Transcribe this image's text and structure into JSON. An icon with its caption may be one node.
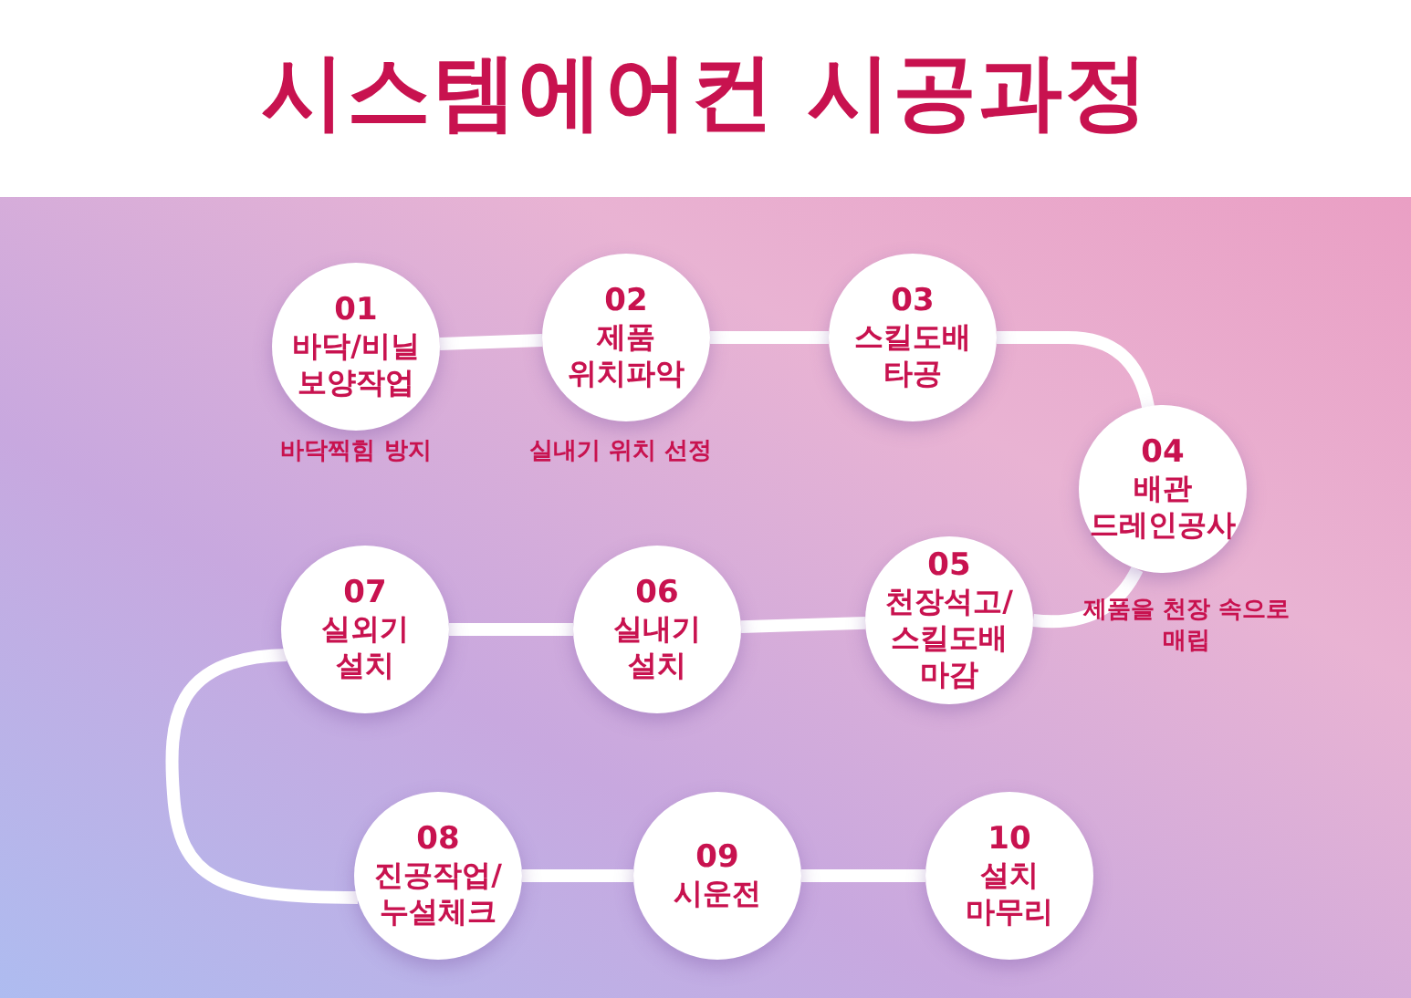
{
  "diagram": {
    "title": "시스템에어컨 시공과정",
    "nodes": [
      {
        "text": [
          "01",
          "바닥/비닐 보양작업"
        ],
        "beside": [
          "바닥찍힘 방지"
        ]
      },
      {
        "text": [
          "02",
          "제품 위치파악"
        ],
        "beside": [
          "실내기 위치 선정"
        ]
      },
      {
        "text": [
          "03",
          "스킬도배 타공"
        ]
      },
      {
        "text": [
          "04",
          "배관 드레인공사"
        ],
        "beside": [
          "제품을 천장 속으로 매립"
        ]
      },
      {
        "text": [
          "05",
          "천장석고/ 스킬도배 마감"
        ]
      },
      {
        "text": [
          "06",
          "실내기 설치"
        ]
      },
      {
        "text": [
          "07",
          "실외기 설치"
        ]
      },
      {
        "text": [
          "08",
          "진공작업/ 누설체크"
        ]
      },
      {
        "text": [
          "09",
          "시운전"
        ]
      },
      {
        "text": [
          "10",
          "설치 마무리"
        ]
      }
    ],
    "edges": [
      {
        "from": 0,
        "to": 1,
        "arrow": "none"
      },
      {
        "from": 1,
        "to": 2,
        "arrow": "none"
      },
      {
        "from": 2,
        "to": 3,
        "arrow": "none"
      },
      {
        "from": 3,
        "to": 4,
        "arrow": "none"
      },
      {
        "from": 4,
        "to": 5,
        "arrow": "none"
      },
      {
        "from": 5,
        "to": 6,
        "arrow": "none"
      },
      {
        "from": 6,
        "to": 7,
        "arrow": "none"
      },
      {
        "from": 7,
        "to": 8,
        "arrow": "none"
      },
      {
        "from": 8,
        "to": 9,
        "arrow": "none"
      }
    ]
  }
}
